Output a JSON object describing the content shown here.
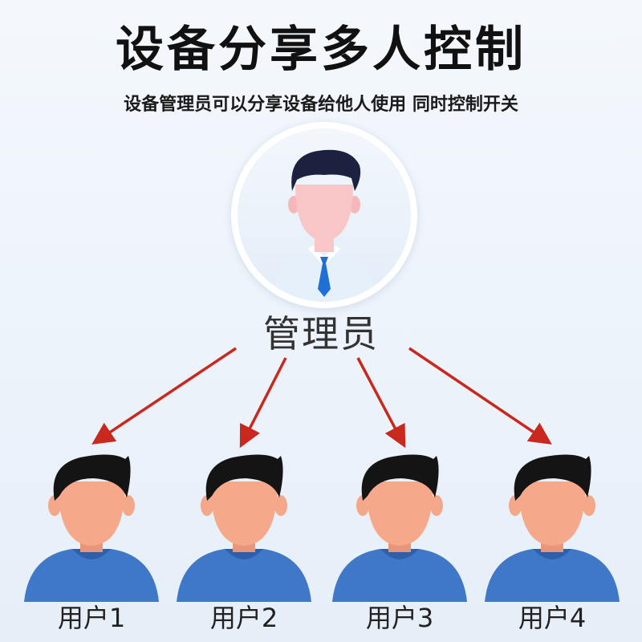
{
  "header": {
    "title": "设备分享多人控制",
    "subtitle": "设备管理员可以分享设备给他人使用 同时控制开关"
  },
  "admin": {
    "label": "管理员",
    "icon": "admin-avatar-icon"
  },
  "users": [
    {
      "label": "用户1",
      "icon": "user-avatar-icon"
    },
    {
      "label": "用户2",
      "icon": "user-avatar-icon"
    },
    {
      "label": "用户3",
      "icon": "user-avatar-icon"
    },
    {
      "label": "用户4",
      "icon": "user-avatar-icon"
    }
  ],
  "colors": {
    "arrow": "#c8281e",
    "shirt": "#3f78c9",
    "hair": "#141414",
    "skin": "#f6a98a"
  }
}
